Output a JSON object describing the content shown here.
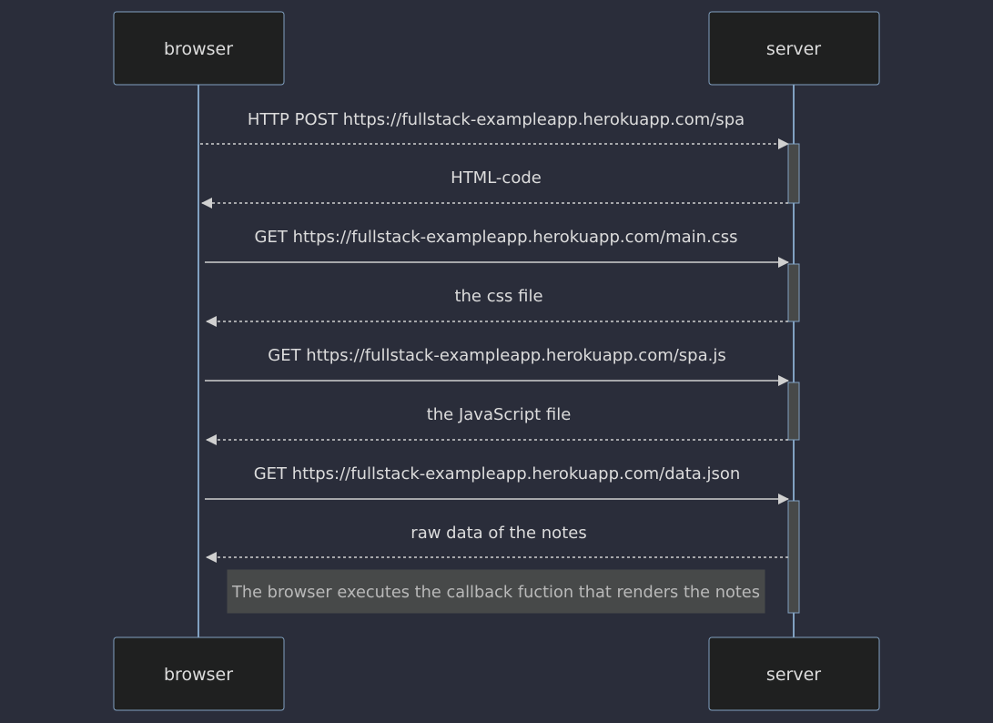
{
  "participants": [
    {
      "id": "browser",
      "label": "browser"
    },
    {
      "id": "server",
      "label": "server"
    }
  ],
  "messages": [
    {
      "from": "browser",
      "to": "server",
      "label": "HTTP POST https://fullstack-exampleapp.herokuapp.com/spa",
      "line": "dotted"
    },
    {
      "from": "server",
      "to": "browser",
      "label": "HTML-code",
      "line": "dotted"
    },
    {
      "from": "browser",
      "to": "server",
      "label": "GET https://fullstack-exampleapp.herokuapp.com/main.css",
      "line": "solid"
    },
    {
      "from": "server",
      "to": "browser",
      "label": "the css file",
      "line": "dotted"
    },
    {
      "from": "browser",
      "to": "server",
      "label": "GET https://fullstack-exampleapp.herokuapp.com/spa.js",
      "line": "solid"
    },
    {
      "from": "server",
      "to": "browser",
      "label": "the JavaScript file",
      "line": "dotted"
    },
    {
      "from": "browser",
      "to": "server",
      "label": "GET https://fullstack-exampleapp.herokuapp.com/data.json",
      "line": "solid"
    },
    {
      "from": "server",
      "to": "browser",
      "label": "raw data of the notes",
      "line": "dotted"
    }
  ],
  "note": {
    "text": "The browser executes the callback fuction that renders the notes"
  },
  "colors": {
    "background": "#2a2d3a",
    "actor_fill": "#1f2020",
    "actor_stroke": "#81a1c1",
    "lifeline": "#81a1c1",
    "message_line": "#d0d0d0",
    "activation_fill": "#474949",
    "activation_stroke": "#81a1c1",
    "note_fill": "#474949",
    "text": "#dcdcdc"
  }
}
